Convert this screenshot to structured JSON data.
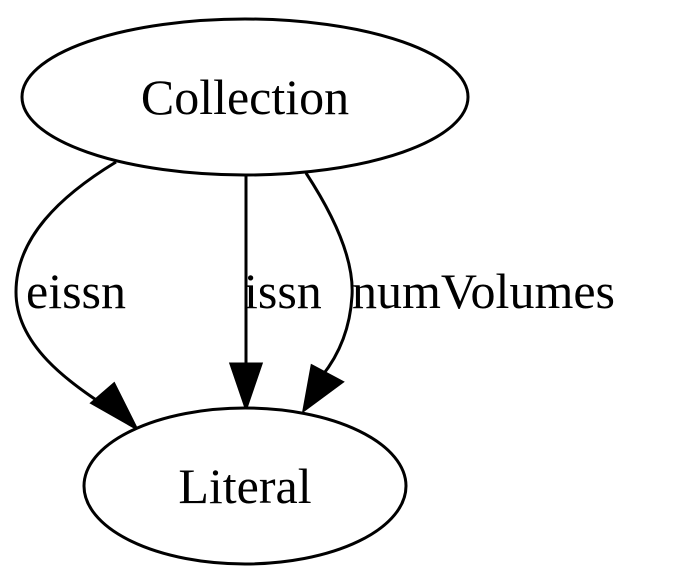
{
  "nodes": {
    "collection": {
      "label": "Collection"
    },
    "literal": {
      "label": "Literal"
    }
  },
  "edges": {
    "eissn": {
      "label": "eissn"
    },
    "issn": {
      "label": "issn"
    },
    "numVolumes": {
      "label": "numVolumes"
    }
  },
  "colors": {
    "stroke": "#000000",
    "background": "#ffffff"
  }
}
